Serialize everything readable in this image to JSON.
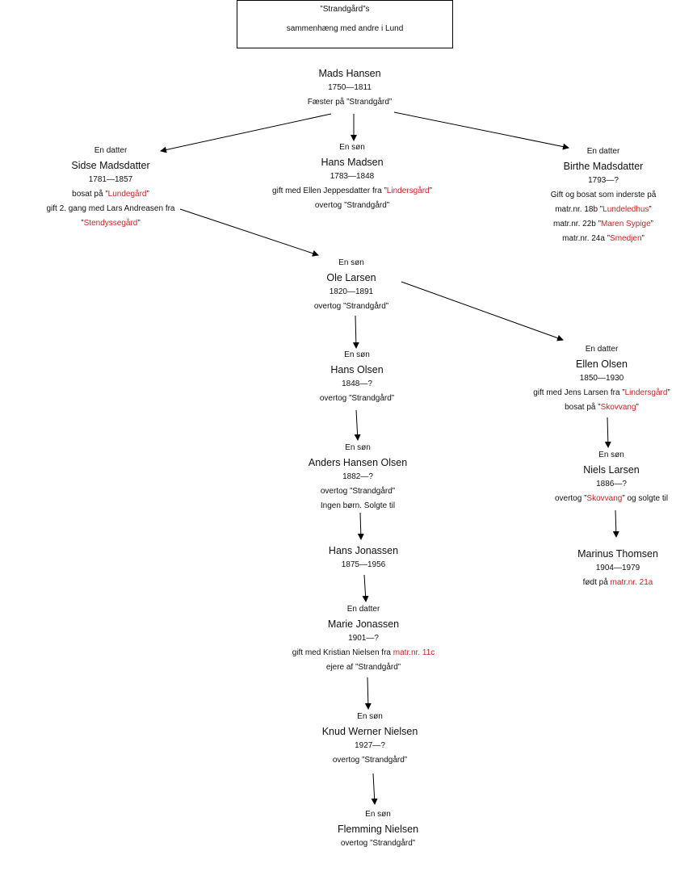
{
  "title": {
    "line1": "”Strandgård”s",
    "line2": "sammenhæng med andre i Lund"
  },
  "people": [
    {
      "id": "mads-hansen",
      "name": "Mads Hansen",
      "lines": [
        [
          {
            "t": "1750—1811"
          }
        ],
        [
          {
            "t": "Fæster på ”Strandgård”"
          }
        ]
      ]
    },
    {
      "id": "sidse-madsdatter",
      "relation": "En datter",
      "name": "Sidse Madsdatter",
      "lines": [
        [
          {
            "t": "1781—1857"
          }
        ],
        [
          {
            "t": "bosat på ”"
          },
          {
            "t": "Lundegård",
            "red": true
          },
          {
            "t": "”"
          }
        ],
        [
          {
            "t": "gift 2. gang med Lars Andreasen fra"
          }
        ],
        [
          {
            "t": "”"
          },
          {
            "t": "Stendyssegård",
            "red": true
          },
          {
            "t": "”"
          }
        ]
      ]
    },
    {
      "id": "hans-madsen",
      "relation": "En søn",
      "name": "Hans Madsen",
      "lines": [
        [
          {
            "t": "1783—1848"
          }
        ],
        [
          {
            "t": "gift med Ellen Jeppesdatter fra ”"
          },
          {
            "t": "Lindersgård",
            "red": true
          },
          {
            "t": "”"
          }
        ],
        [
          {
            "t": "overtog ”Strandgård”"
          }
        ]
      ]
    },
    {
      "id": "birthe-madsdatter",
      "relation": "En datter",
      "name": "Birthe Madsdatter",
      "lines": [
        [
          {
            "t": "1793—?"
          }
        ],
        [
          {
            "t": "Gift og bosat som inderste på"
          }
        ],
        [
          {
            "t": "matr.nr. 18b ”"
          },
          {
            "t": "Lundeledhus",
            "red": true
          },
          {
            "t": "”"
          }
        ],
        [
          {
            "t": "matr.nr. 22b ”"
          },
          {
            "t": "Maren Sypige",
            "red": true
          },
          {
            "t": "”"
          }
        ],
        [
          {
            "t": "matr.nr. 24a ”"
          },
          {
            "t": "Smedjen",
            "red": true
          },
          {
            "t": "”"
          }
        ]
      ]
    },
    {
      "id": "ole-larsen",
      "relation": "En søn",
      "name": "Ole Larsen",
      "lines": [
        [
          {
            "t": "1820—1891"
          }
        ],
        [
          {
            "t": "overtog ”Strandgård”"
          }
        ]
      ]
    },
    {
      "id": "hans-olsen",
      "relation": "En søn",
      "name": "Hans Olsen",
      "lines": [
        [
          {
            "t": "1848—?"
          }
        ],
        [
          {
            "t": "overtog ”Strandgård”"
          }
        ]
      ]
    },
    {
      "id": "ellen-olsen",
      "relation": "En datter",
      "name": "Ellen Olsen",
      "lines": [
        [
          {
            "t": "1850—1930"
          }
        ],
        [
          {
            "t": "gift med Jens Larsen fra ”"
          },
          {
            "t": "Lindersgård",
            "red": true
          },
          {
            "t": "”"
          }
        ],
        [
          {
            "t": "bosat på ”"
          },
          {
            "t": "Skovvang",
            "red": true
          },
          {
            "t": "”"
          }
        ]
      ]
    },
    {
      "id": "anders-hansen-olsen",
      "relation": "En søn",
      "name": "Anders Hansen Olsen",
      "lines": [
        [
          {
            "t": "1882—?"
          }
        ],
        [
          {
            "t": "overtog ”Strandgård”"
          }
        ],
        [
          {
            "t": "Ingen børn. Solgte til"
          }
        ]
      ]
    },
    {
      "id": "niels-larsen",
      "relation": "En søn",
      "name": "Niels Larsen",
      "lines": [
        [
          {
            "t": "1886—?"
          }
        ],
        [
          {
            "t": "overtog ”"
          },
          {
            "t": "Skovvang",
            "red": true
          },
          {
            "t": "” og solgte til"
          }
        ]
      ]
    },
    {
      "id": "hans-jonassen",
      "name": "Hans Jonassen",
      "lines": [
        [
          {
            "t": "1875—1956"
          }
        ]
      ]
    },
    {
      "id": "marinus-thomsen",
      "name": "Marinus Thomsen",
      "lines": [
        [
          {
            "t": "1904—1979"
          }
        ],
        [
          {
            "t": "født på "
          },
          {
            "t": "matr.nr. 21a",
            "red": true
          }
        ]
      ]
    },
    {
      "id": "marie-jonassen",
      "relation": "En datter",
      "name": "Marie Jonassen",
      "lines": [
        [
          {
            "t": "1901—?"
          }
        ],
        [
          {
            "t": "gift med Kristian Nielsen fra "
          },
          {
            "t": "matr.nr. 11c",
            "red": true
          }
        ],
        [
          {
            "t": "ejere af ”Strandgård”"
          }
        ]
      ]
    },
    {
      "id": "knud-werner-nielsen",
      "relation": "En søn",
      "name": "Knud Werner Nielsen",
      "lines": [
        [
          {
            "t": "1927—?"
          }
        ],
        [
          {
            "t": "overtog ”Strandgård”"
          }
        ]
      ]
    },
    {
      "id": "flemming-nielsen",
      "relation": "En søn",
      "name": "Flemming Nielsen",
      "lines": [
        [
          {
            "t": "overtog ”Strandgård”"
          }
        ]
      ]
    }
  ],
  "colors": {
    "text": "#111111",
    "highlight": "#d21f1f",
    "lines": "#000000"
  }
}
